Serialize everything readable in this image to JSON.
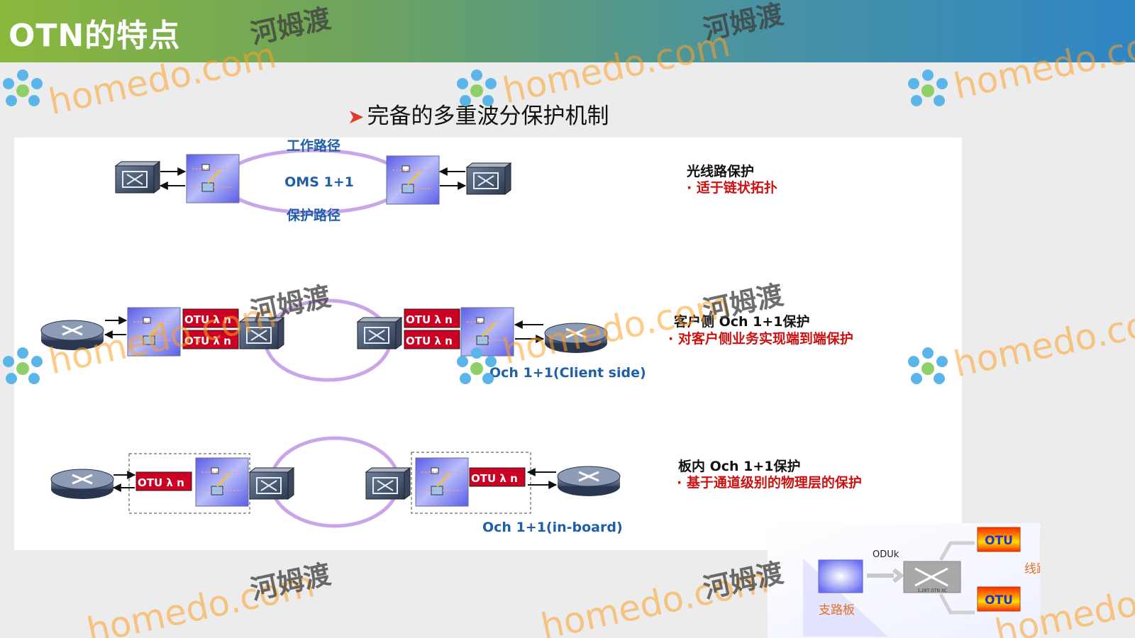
{
  "header": {
    "title": "OTN的特点"
  },
  "subtitle": "完备的多重波分保护机制",
  "sections": [
    {
      "working_path": "工作路径",
      "ring_label": "OMS 1+1",
      "protect_path": "保护路径",
      "title": "光线路保护",
      "bullet": "· 适于链状拓扑"
    },
    {
      "otu_labels": [
        "OTU λ n",
        "OTU λ n",
        "OTU λ n",
        "OTU λ n"
      ],
      "caption": "Och 1+1(Client side)",
      "title": "客户侧 Och 1+1保护",
      "bullet": "· 对客户侧业务实现端到端保护"
    },
    {
      "otu_labels": [
        "OTU λ n",
        "OTU λ n"
      ],
      "caption": "Och 1+1(in-board)",
      "title": "板内 Och 1+1保护",
      "bullet": "· 基于通道级别的物理层的保护"
    }
  ],
  "inset": {
    "oduk": "ODUk",
    "switch_caption": "1.28T OTN XC",
    "otu_top": "OTU",
    "otu_bottom": "OTU",
    "line_board": "线路板",
    "tributary_board": "支路板"
  },
  "watermarks": {
    "text": "homedo.com",
    "cn": "河姆渡"
  },
  "colors": {
    "blue_text": "#1f5fa8",
    "red_text": "#cc1111",
    "ring": "#c9a6e8",
    "otu_red": "#cc0022"
  }
}
